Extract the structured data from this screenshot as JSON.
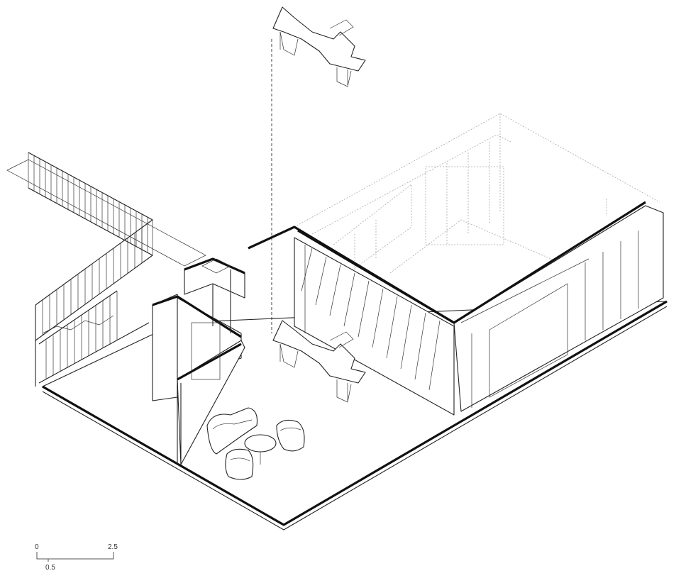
{
  "scale_bar": {
    "label_start": "0",
    "label_mid": "0.5",
    "label_end": "2.5"
  }
}
